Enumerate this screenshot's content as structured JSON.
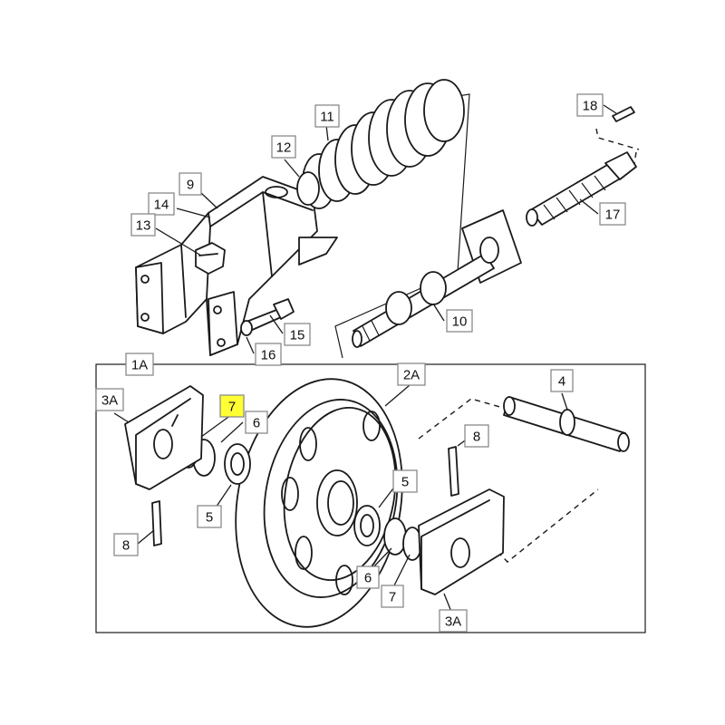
{
  "diagram": {
    "highlight_color": "#ffff33",
    "callouts": [
      {
        "id": "c11",
        "text": "11",
        "highlighted": false
      },
      {
        "id": "c12",
        "text": "12",
        "highlighted": false
      },
      {
        "id": "c9",
        "text": "9",
        "highlighted": false
      },
      {
        "id": "c14",
        "text": "14",
        "highlighted": false
      },
      {
        "id": "c13",
        "text": "13",
        "highlighted": false
      },
      {
        "id": "c15",
        "text": "15",
        "highlighted": false
      },
      {
        "id": "c16",
        "text": "16",
        "highlighted": false
      },
      {
        "id": "c18",
        "text": "18",
        "highlighted": false
      },
      {
        "id": "c17",
        "text": "17",
        "highlighted": false
      },
      {
        "id": "c10",
        "text": "10",
        "highlighted": false
      },
      {
        "id": "c1A",
        "text": "1A",
        "highlighted": false
      },
      {
        "id": "c3Aa",
        "text": "3A",
        "highlighted": false
      },
      {
        "id": "c7a",
        "text": "7",
        "highlighted": true
      },
      {
        "id": "c6a",
        "text": "6",
        "highlighted": false
      },
      {
        "id": "c5a",
        "text": "5",
        "highlighted": false
      },
      {
        "id": "c8a",
        "text": "8",
        "highlighted": false
      },
      {
        "id": "c2A",
        "text": "2A",
        "highlighted": false
      },
      {
        "id": "c4",
        "text": "4",
        "highlighted": false
      },
      {
        "id": "c8b",
        "text": "8",
        "highlighted": false
      },
      {
        "id": "c5b",
        "text": "5",
        "highlighted": false
      },
      {
        "id": "c6b",
        "text": "6",
        "highlighted": false
      },
      {
        "id": "c7b",
        "text": "7",
        "highlighted": false
      },
      {
        "id": "c3Ab",
        "text": "3A",
        "highlighted": false
      }
    ]
  }
}
